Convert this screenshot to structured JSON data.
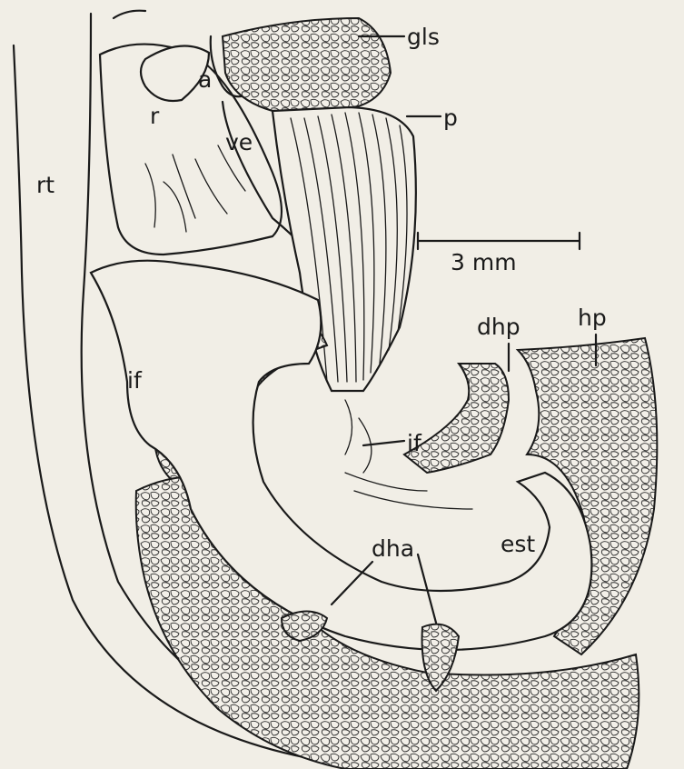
{
  "figure": {
    "labels": {
      "gls": "gls",
      "p": "p",
      "a": "a",
      "r": "r",
      "ve": "ve",
      "rt": "rt",
      "if_left": "if",
      "if_right": "if",
      "dhp": "dhp",
      "hp": "hp",
      "est": "est",
      "dha": "dha"
    },
    "scale_bar": {
      "label": "3 mm",
      "length_mm": 3
    }
  }
}
